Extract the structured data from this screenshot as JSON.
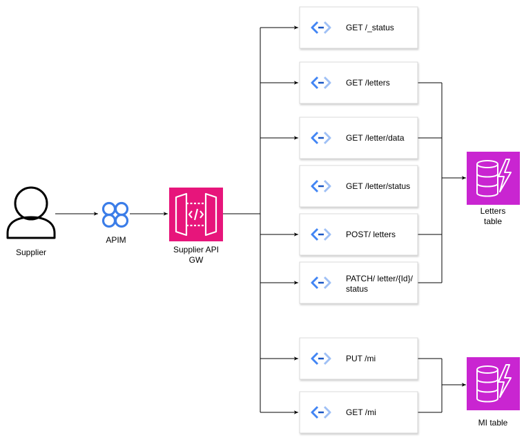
{
  "nodes": {
    "supplier": {
      "label": "Supplier",
      "icon": "user-icon"
    },
    "apim": {
      "label": "APIM",
      "icon": "apim-icon"
    },
    "gateway": {
      "label_line1": "Supplier API",
      "label_line2": "GW",
      "icon": "api-gateway-icon"
    },
    "letters_table": {
      "label_line1": "Letters",
      "label_line2": "table",
      "icon": "dynamodb-icon"
    },
    "mi_table": {
      "label": "MI table",
      "icon": "dynamodb-icon"
    }
  },
  "endpoints": [
    {
      "id": "get-status",
      "line1": "GET /_status",
      "line2": ""
    },
    {
      "id": "get-letters",
      "line1": "GET /letters",
      "line2": ""
    },
    {
      "id": "get-letter-data",
      "line1": "GET /letter/data",
      "line2": ""
    },
    {
      "id": "get-letter-status",
      "line1": "GET /letter/status",
      "line2": ""
    },
    {
      "id": "post-letters",
      "line1": "POST/ letters",
      "line2": ""
    },
    {
      "id": "patch-letter-status",
      "line1": "PATCH/ letter/{Id}/",
      "line2": "status"
    },
    {
      "id": "put-mi",
      "line1": "PUT /mi",
      "line2": ""
    },
    {
      "id": "get-mi",
      "line1": "GET /mi",
      "line2": ""
    }
  ],
  "colors": {
    "api_gateway": "#e7157b",
    "dynamodb": "#c925d1",
    "apim_blue": "#3b7de8",
    "endpoint_icon_blue": "#4285f4"
  }
}
